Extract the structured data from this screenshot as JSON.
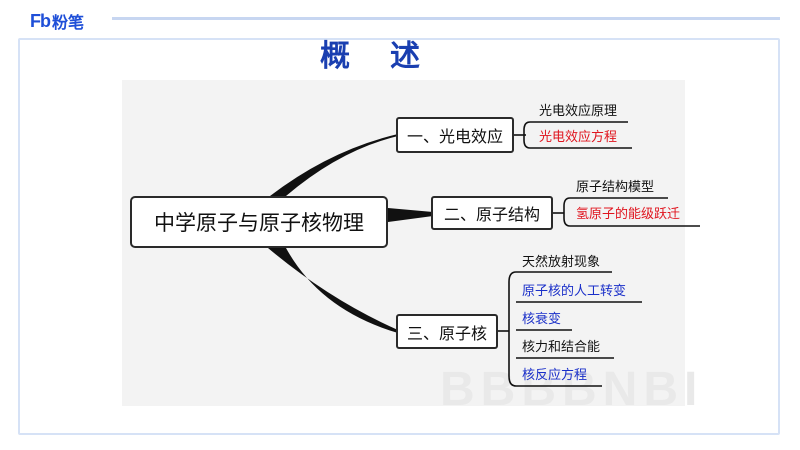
{
  "logo": {
    "mark": "Fb",
    "text": "粉笔"
  },
  "title": "概述",
  "watermark": "BBBBNBI",
  "colors": {
    "title": "#1a3fb0",
    "black": "#111111",
    "red": "#e0141e",
    "blue": "#1a2fc9"
  },
  "mindmap": {
    "root": "中学原子与原子核物理",
    "branches": [
      {
        "label": "一、光电效应",
        "leaves": [
          {
            "text": "光电效应原理",
            "color": "black"
          },
          {
            "text": "光电效应方程",
            "color": "red"
          }
        ]
      },
      {
        "label": "二、原子结构",
        "leaves": [
          {
            "text": "原子结构模型",
            "color": "black"
          },
          {
            "text": "氢原子的能级跃迁",
            "color": "red"
          }
        ]
      },
      {
        "label": "三、原子核",
        "leaves": [
          {
            "text": "天然放射现象",
            "color": "black"
          },
          {
            "text": "原子核的人工转变",
            "color": "blue"
          },
          {
            "text": "核衰变",
            "color": "blue"
          },
          {
            "text": "核力和结合能",
            "color": "black"
          },
          {
            "text": "核反应方程",
            "color": "blue"
          }
        ]
      }
    ]
  }
}
